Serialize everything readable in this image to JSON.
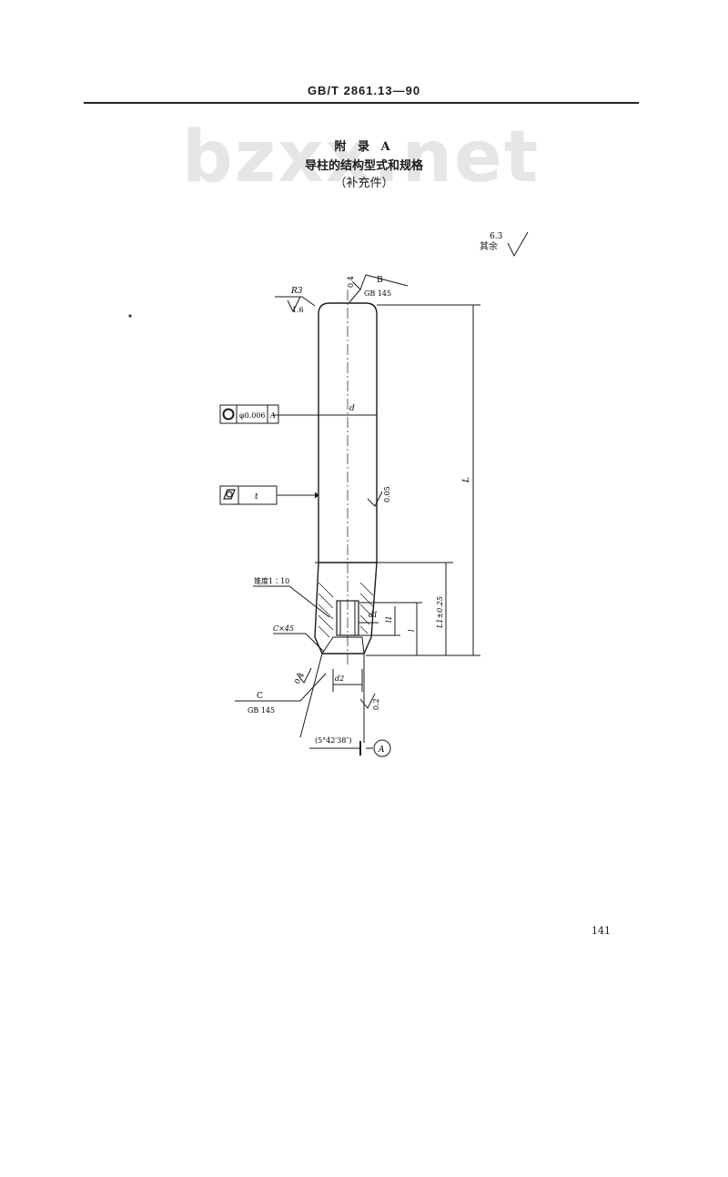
{
  "header": {
    "standard": "GB/T 2861.13—90"
  },
  "watermark": {
    "text": "bzxx.net"
  },
  "title": {
    "appendix": "附 录 A",
    "name": "导柱的结构型式和规格",
    "note": "（补充件）"
  },
  "drawing": {
    "roughness_rest_label": "其余",
    "roughness_rest_value": "6.3",
    "radius_label": "R3",
    "roughness_top_left": "1.6",
    "roughness_top": "0.4",
    "center_hole_top": "B",
    "center_hole_top_std": "GB 145",
    "tolerance_coaxiality": "φ0.006",
    "datum_ref": "A",
    "tolerance_cylindricity": "t",
    "dim_d": "d",
    "dim_L": "L",
    "roughness_mid": "0.05",
    "taper_label": "锥度1∶10",
    "chamfer_label": "C×45",
    "dim_d1": "d1",
    "dim_l1": "l1",
    "dim_l": "l",
    "dim_L1": "L1±0.25",
    "dim_d2": "d2",
    "roughness_bottom_left": "0.4",
    "center_hole_bottom": "C",
    "center_hole_bottom_std": "GB 145",
    "roughness_bottom_right": "0.2",
    "angle_label": "(5°42′38″)",
    "datum_symbol": "A"
  },
  "page_number": "141"
}
